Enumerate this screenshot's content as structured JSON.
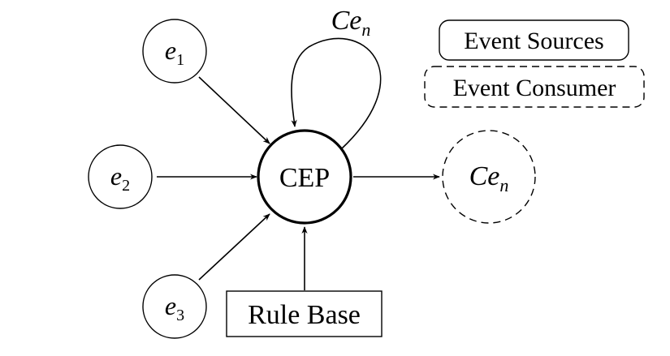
{
  "nodes": {
    "e1": {
      "base": "e",
      "sub": "1"
    },
    "e2": {
      "base": "e",
      "sub": "2"
    },
    "e3": {
      "base": "e",
      "sub": "3"
    },
    "cep": {
      "label": "CEP"
    },
    "output": {
      "base": "Ce",
      "sub": "n"
    },
    "rule_base": {
      "label": "Rule Base"
    }
  },
  "self_loop": {
    "base": "Ce",
    "sub": "n"
  },
  "legend": {
    "sources": "Event Sources",
    "consumer": "Event Consumer"
  }
}
